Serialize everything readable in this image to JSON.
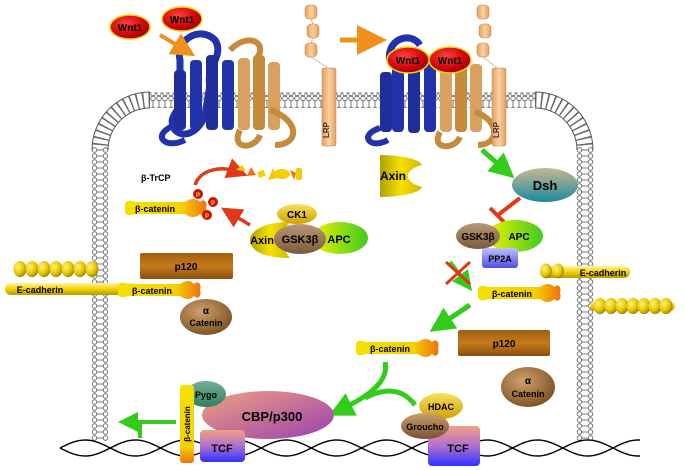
{
  "labels": {
    "wnt1": "Wnt1",
    "lrp": "LRP",
    "axin": "Axin",
    "dsh": "Dsh",
    "beta_trcp": "β-TrCP",
    "beta_catenin": "β-catenin",
    "ck1": "CK1",
    "gsk3b": "GSK3β",
    "apc": "APC",
    "pp2a": "PP2A",
    "p120": "p120",
    "e_cadherin": "E-cadherin",
    "alpha": "α",
    "catenin": "Catenin",
    "pygo": "Pygo",
    "cbp_p300": "CBP/p300",
    "tcf": "TCF",
    "hdac": "HDAC",
    "groucho": "Groucho",
    "p": "P"
  },
  "colors": {
    "receptor_blue": "#2233aa",
    "receptor_tan": "#c58a3a",
    "wnt_red": "#d41010",
    "yellow": "#f2d200",
    "orange_arrow": "#f0901a",
    "green_arrow": "#33cc1a",
    "inhibit_red": "#e03818",
    "membrane": "#555555"
  }
}
